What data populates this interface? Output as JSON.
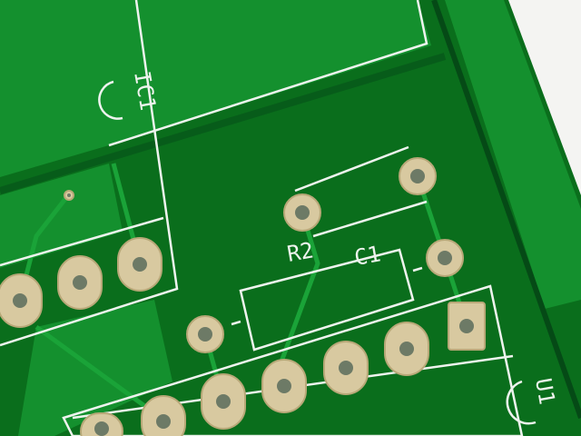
{
  "board": {
    "labels": {
      "ic1": "IC1",
      "r2": "R2",
      "c1": "C1",
      "u1": "U1"
    },
    "colors": {
      "board_green": "#0a6e1c",
      "copper_green": "#138a2a",
      "dark_green": "#05521a",
      "pad_gold": "#d8c9a0",
      "silkscreen": "#eef3ee",
      "background": "#f4f4f2"
    }
  }
}
